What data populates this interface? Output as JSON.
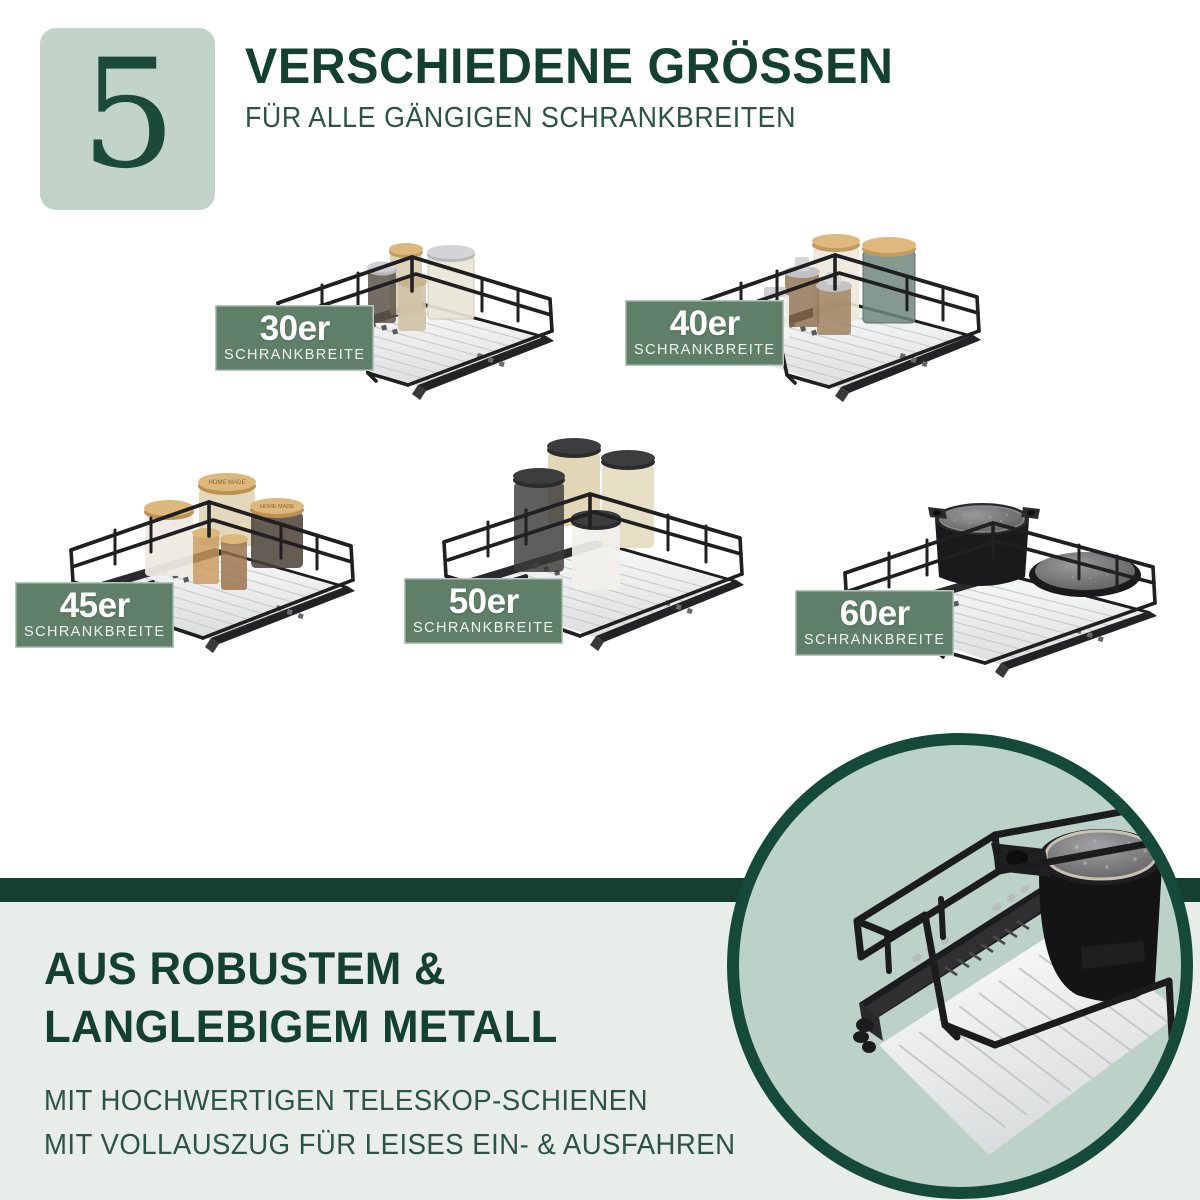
{
  "header": {
    "number": "5",
    "title": "VERSCHIEDENE GRÖSSEN",
    "subtitle": "FÜR ALLE GÄNGIGEN SCHRANKBREITEN"
  },
  "products": [
    {
      "size": "30er",
      "caption": "SCHRANKBREITE",
      "contents": "Glasdosen mit Holz- und Metalldeckeln, Nudeln, Gewürze"
    },
    {
      "size": "40er",
      "caption": "SCHRANKBREITE",
      "contents": "Zuckerstreuer, Bügelgläser, Vorratsdosen mit Bambusdeckel"
    },
    {
      "size": "45er",
      "caption": "SCHRANKBREITE",
      "contents": "Vorratsgläser HOME MADE mit Bambusdeckeln, Gewürzgläser"
    },
    {
      "size": "50er",
      "caption": "SCHRANKBREITE",
      "contents": "Einmachgläser mit schwarzen Deckeln, Nudeln, Haferflocken, Chia, Zucker"
    },
    {
      "size": "60er",
      "caption": "SCHRANKBREITE",
      "contents": "Schwarzer Kochtopf und Pfanne mit Granit-Beschichtung"
    }
  ],
  "bottom": {
    "headline_line1": "AUS ROBUSTEM &",
    "headline_line2": "LANGLEBIGEM METALL",
    "sub_line1": "MIT HOCHWERTIGEN TELESKOP-SCHIENEN",
    "sub_line2": "MIT VOLLAUSZUG FÜR LEISES EIN- & AUSFAHREN"
  },
  "detail_circle": {
    "contents": "Nahaufnahme Schublade mit Teleskopschiene und schwarzem Topf"
  },
  "colors": {
    "dark_green": "#14402f",
    "badge_green": "#5f7f68",
    "sage": "#c2d4c9",
    "ring_green": "#15493a",
    "bottom_bg": "#e8edea"
  }
}
